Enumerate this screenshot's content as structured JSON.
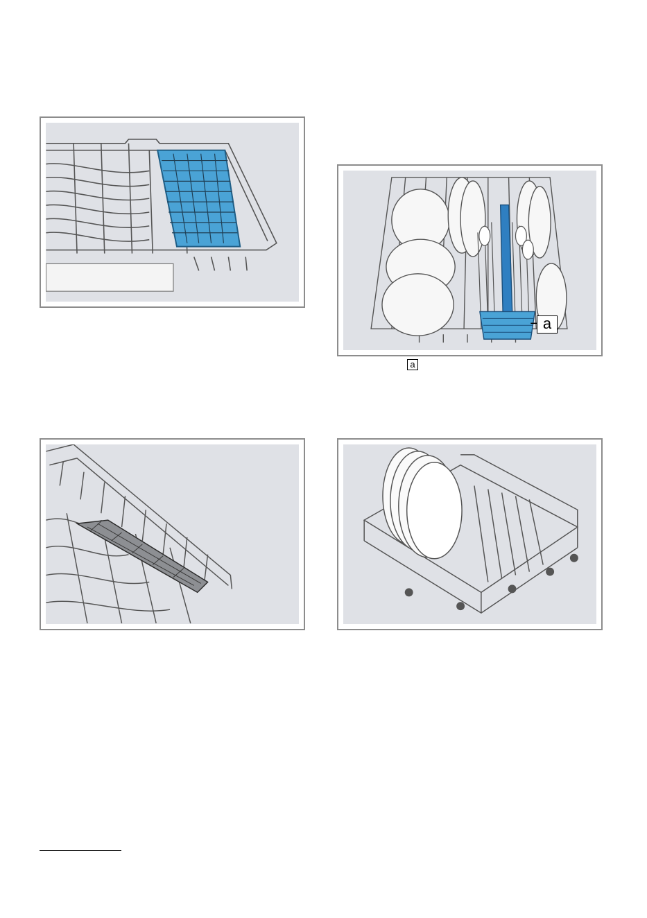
{
  "figures": {
    "upper_rack_cutlery_tray": {
      "icon": "cutlery-tray-illustration",
      "accent": "#4aa3d6"
    },
    "upper_rack_loaded": {
      "icon": "loaded-rack-illustration",
      "callout": "a",
      "accent": "#2f7fc1"
    },
    "folding_shelf": {
      "icon": "folding-shelf-illustration",
      "accent": "#7d7f83"
    },
    "lower_rack_plates": {
      "icon": "lower-rack-illustration"
    }
  },
  "callout_reference": "a",
  "colors": {
    "panel_background": "#dfe1e6",
    "panel_border": "#8c8c8c"
  }
}
